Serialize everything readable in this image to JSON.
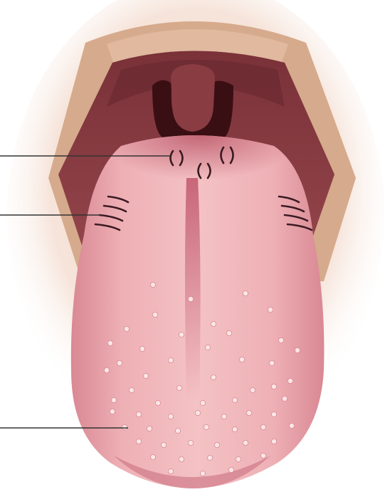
{
  "diagram": {
    "subject": "tongue-papillae",
    "colors": {
      "background": "#ffffff",
      "face_glow": "#f3ddd0",
      "lips": "#d6aa8c",
      "mouth_cavity": "#8a3c43",
      "mouth_cavity_dark": "#6b2a31",
      "throat": "#3a0f14",
      "tongue_base": "#e9a3a9",
      "tongue_light": "#f6cbcd",
      "tongue_shadow": "#c26574",
      "papillae": "#fbe6e6",
      "leader_line": "#333333"
    },
    "labels": [
      {
        "id": "circumvallate-papillae",
        "text": ""
      },
      {
        "id": "foliate-papillae",
        "text": ""
      },
      {
        "id": "fungiform-papillae",
        "text": ""
      }
    ]
  }
}
